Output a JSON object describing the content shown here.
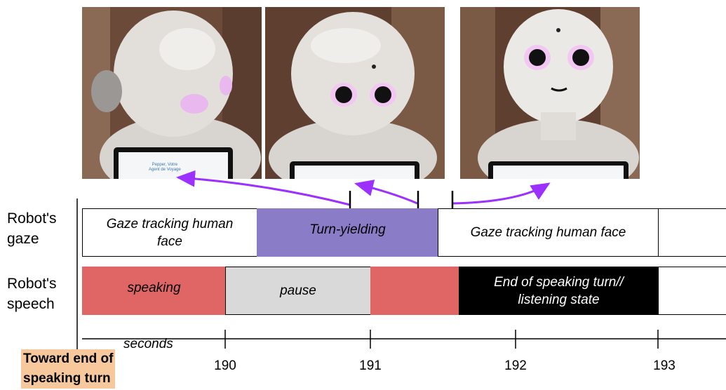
{
  "images": [
    {
      "name": "robot-looking-down",
      "description_label": "Pepper robot gazing down"
    },
    {
      "name": "robot-turn-yielding",
      "description_label": "Pepper robot gaze shift"
    },
    {
      "name": "robot-facing-human",
      "description_label": "Pepper robot facing forward"
    }
  ],
  "tablet_text": "Pepper, Votre\nAgent de Voyage",
  "rows": {
    "gaze_label": "Robot's\ngaze",
    "speech_label": "Robot's\nspeech"
  },
  "gaze_segments": [
    {
      "label": "Gaze tracking human\nface",
      "fill": "#ffffff",
      "text_color": "#000000"
    },
    {
      "label": "Turn-yielding",
      "fill": "#8b7cc8",
      "text_color": "#000000"
    },
    {
      "label": "Gaze tracking human face",
      "fill": "#ffffff",
      "text_color": "#000000"
    }
  ],
  "speech_segments": [
    {
      "label": "speaking",
      "fill": "#e06666",
      "text_color": "#000000"
    },
    {
      "label": "pause",
      "fill": "#d9d9d9",
      "text_color": "#000000"
    },
    {
      "label": "",
      "fill": "#e06666",
      "text_color": "#000000"
    },
    {
      "label": "End of speaking turn//\nlistening state",
      "fill": "#000000",
      "text_color": "#ffffff"
    }
  ],
  "axis": {
    "unit_label": "seconds",
    "ticks": [
      "190",
      "191",
      "192",
      "193"
    ]
  },
  "phase_label": "Toward end of\nspeaking turn",
  "colors": {
    "arrow": "#9b30ff",
    "turn_yielding": "#8b7cc8",
    "speaking": "#e06666",
    "pause": "#d9d9d9",
    "listening": "#000000",
    "phase_highlight": "#f7c89b"
  }
}
